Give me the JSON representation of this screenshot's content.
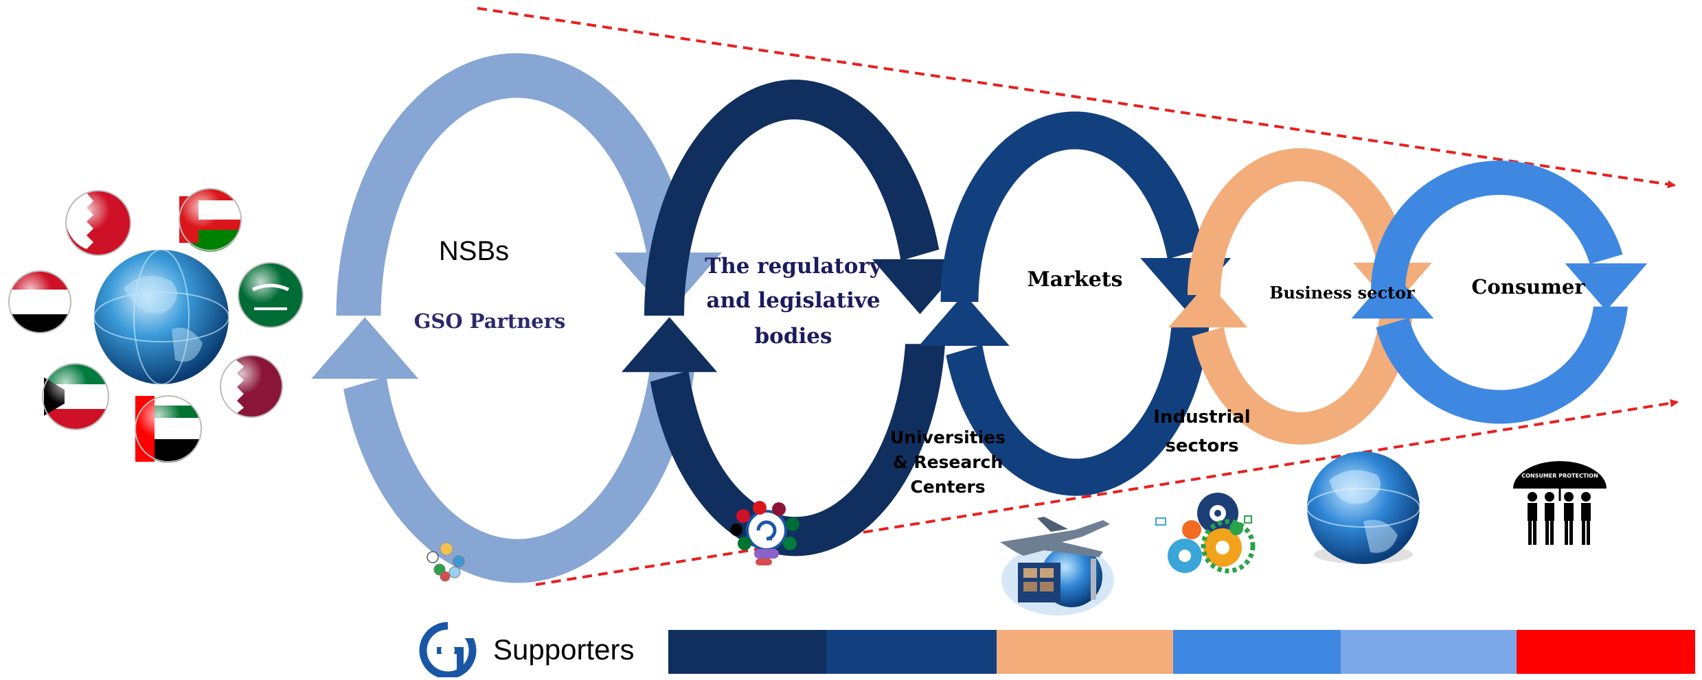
{
  "nodes": {
    "nsb": {
      "title": "NSBs",
      "subtitle": "GSO Partners",
      "color": "#87a6d4"
    },
    "regulatory": {
      "title": "The regulatory and legislative bodies",
      "line1": "The regulatory",
      "line2": "and legislative",
      "line3": "bodies",
      "color": "#102f5e"
    },
    "markets": {
      "title": "Markets",
      "color": "#12407e"
    },
    "business": {
      "title": "Business sector",
      "color": "#f2ad7a"
    },
    "consumer": {
      "title": "Consumer",
      "color": "#3f88e2"
    }
  },
  "side_labels": {
    "universities": {
      "line1": "Universities",
      "line2": "& Research",
      "line3": "Centers"
    },
    "industrial": {
      "line1": "Industrial",
      "line2": "sectors"
    }
  },
  "consumer_protection_logo": "CONSUMER PROTECTION",
  "supporters": {
    "label": "Supporters",
    "bar_colors": [
      "#102f5e",
      "#12407e",
      "#f2ad7a",
      "#3f88e2",
      "#7ba8e8",
      "#ff0000"
    ],
    "bar_weights": [
      146,
      157,
      163,
      155,
      162,
      165
    ]
  },
  "guide_color": "#e82020",
  "icons": [
    "globe-icon",
    "flag-bahrain-icon",
    "flag-oman-icon",
    "flag-saudi-icon",
    "flag-qatar-icon",
    "flag-uae-icon",
    "flag-kuwait-icon",
    "flag-yemen-icon",
    "gso-logo-icon",
    "airplane-cargo-icon",
    "gears-icon",
    "earth-icon",
    "consumer-protection-icon"
  ]
}
